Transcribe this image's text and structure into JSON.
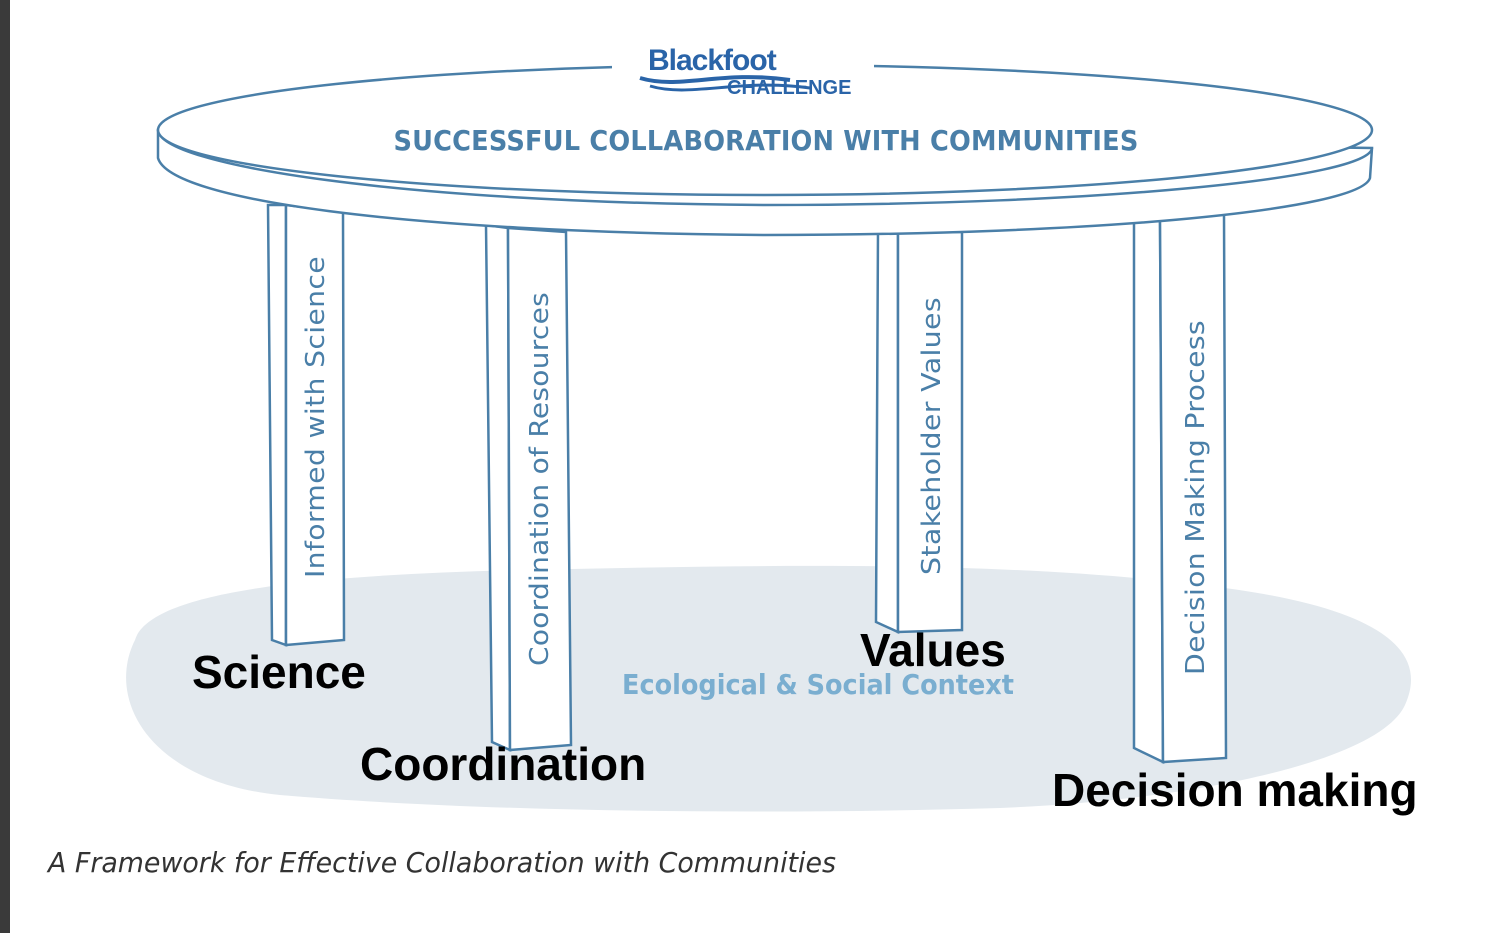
{
  "logo": {
    "name": "Blackfoot",
    "subtitle": "CHALLENGE"
  },
  "table_title": "SUCCESSFUL COLLABORATION WITH COMMUNITIES",
  "legs": [
    {
      "label": "Informed with Science"
    },
    {
      "label": "Coordination of Resources"
    },
    {
      "label": "Stakeholder Values"
    },
    {
      "label": "Decision Making Process"
    }
  ],
  "base_label": "Ecological & Social Context",
  "overlay_labels": {
    "science": "Science",
    "coordination": "Coordination",
    "values": "Values",
    "decision": "Decision making"
  },
  "caption": "A Framework for Effective Collaboration with Communities",
  "colors": {
    "line": "#4a7fa8",
    "shadow": "#e3e9ee",
    "logo": "#2a64a8"
  }
}
